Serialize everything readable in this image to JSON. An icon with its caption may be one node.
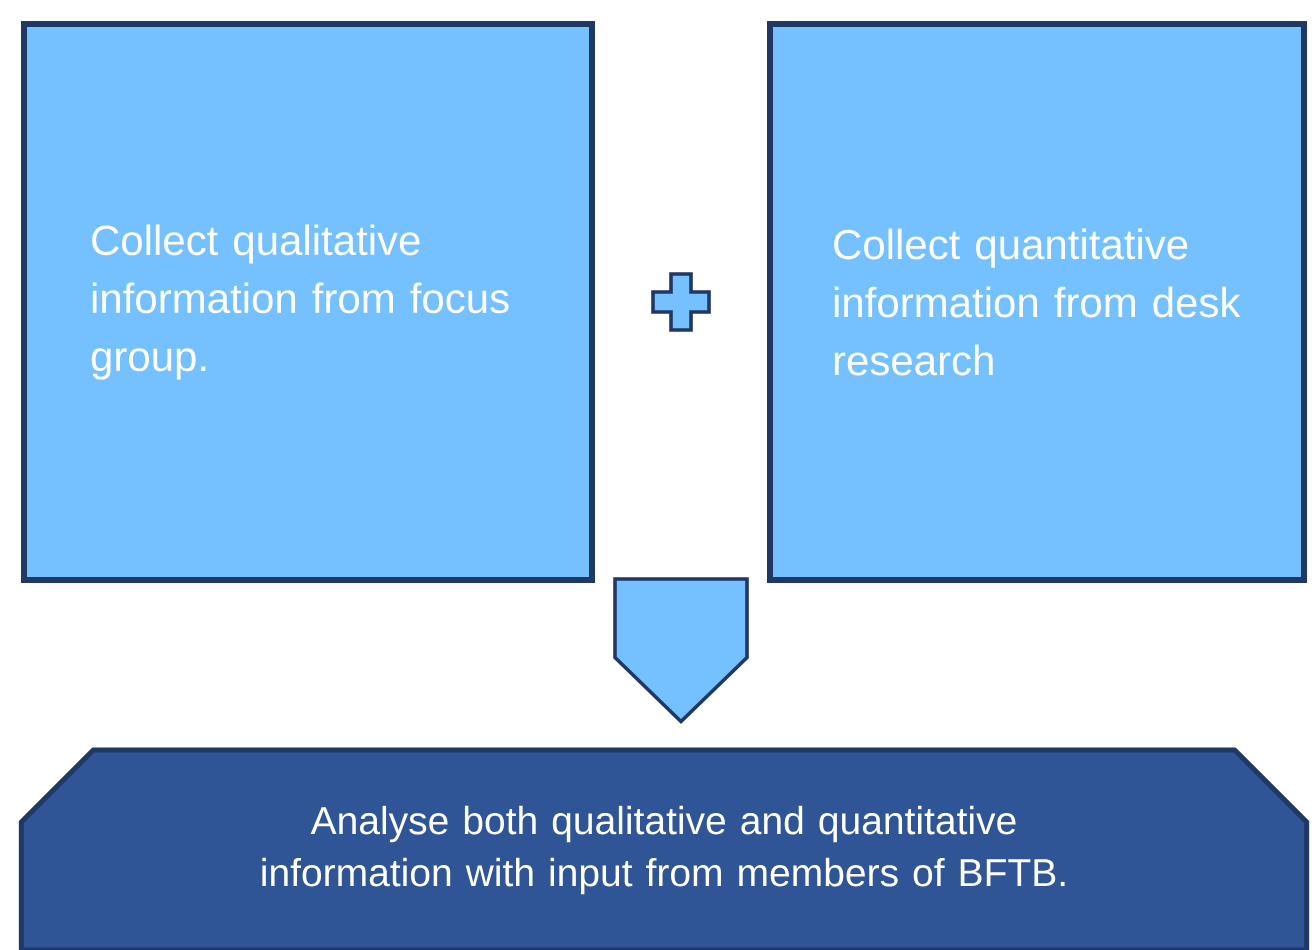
{
  "diagram": {
    "nodes": [
      {
        "text": [
          "Collect qualitative information from focus group."
        ]
      },
      {
        "text": [
          "Collect quantitative information from desk research"
        ]
      },
      {
        "text": [
          "Analyse both qualitative and quantitative information with input from members of BFTB."
        ]
      }
    ],
    "edges": [
      {
        "from": 0,
        "to": 2,
        "arrow": "to"
      },
      {
        "from": 1,
        "to": 2,
        "arrow": "to"
      }
    ]
  }
}
